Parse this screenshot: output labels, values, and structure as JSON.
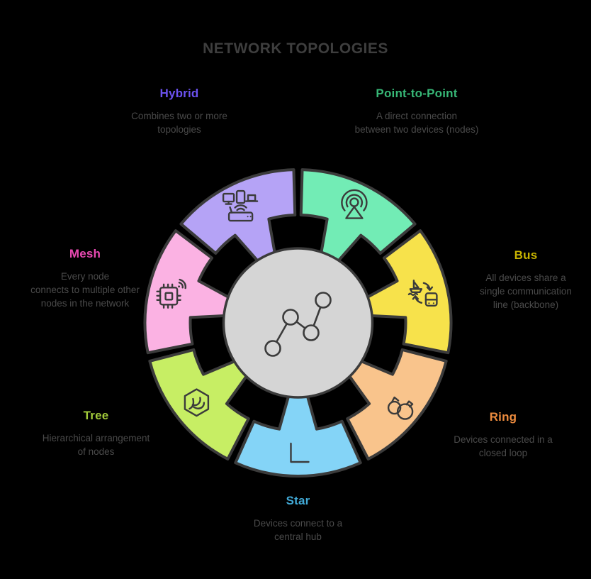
{
  "title": "NETWORK TOPOLOGIES",
  "colors": {
    "background": "#000000",
    "title_text": "#3e3e3e",
    "description_text": "#4a4a4a",
    "wheel_stroke": "#3b3b3b",
    "hub_fill": "#d5d5d5"
  },
  "center": {
    "icon": "network-graph-icon"
  },
  "topologies": [
    {
      "id": "hybrid",
      "label": "Hybrid",
      "label_color": "#6c52f0",
      "segment_color": "#b5a3f6",
      "icon": "devices-router-icon",
      "description": "Combines two or more\ntopologies"
    },
    {
      "id": "point_to_point",
      "label": "Point-to-Point",
      "label_color": "#37b877",
      "segment_color": "#72ecb5",
      "icon": "broadcast-tower-icon",
      "description": "A direct connection\nbetween two devices (nodes)"
    },
    {
      "id": "bus",
      "label": "Bus",
      "label_color": "#c7b300",
      "segment_color": "#f7e24b",
      "icon": "boat-bus-transfer-icon",
      "description": "All devices share a\nsingle communication\nline (backbone)"
    },
    {
      "id": "ring",
      "label": "Ring",
      "label_color": "#ec8b3e",
      "segment_color": "#f9c48c",
      "icon": "wedding-rings-icon",
      "description": "Devices connected in a\nclosed loop"
    },
    {
      "id": "star",
      "label": "Star",
      "label_color": "#41a9d6",
      "segment_color": "#84d4f7",
      "icon": "right-angle-icon",
      "description": "Devices connect to a\ncentral hub"
    },
    {
      "id": "tree",
      "label": "Tree",
      "label_color": "#a2cb3a",
      "segment_color": "#c7ee64",
      "icon": "branch-hexagon-icon",
      "description": "Hierarchical arrangement\nof nodes"
    },
    {
      "id": "mesh",
      "label": "Mesh",
      "label_color": "#e748b0",
      "segment_color": "#fbb2e3",
      "icon": "chip-wifi-icon",
      "description": "Every node\nconnects to multiple other\nnodes in the network"
    }
  ]
}
